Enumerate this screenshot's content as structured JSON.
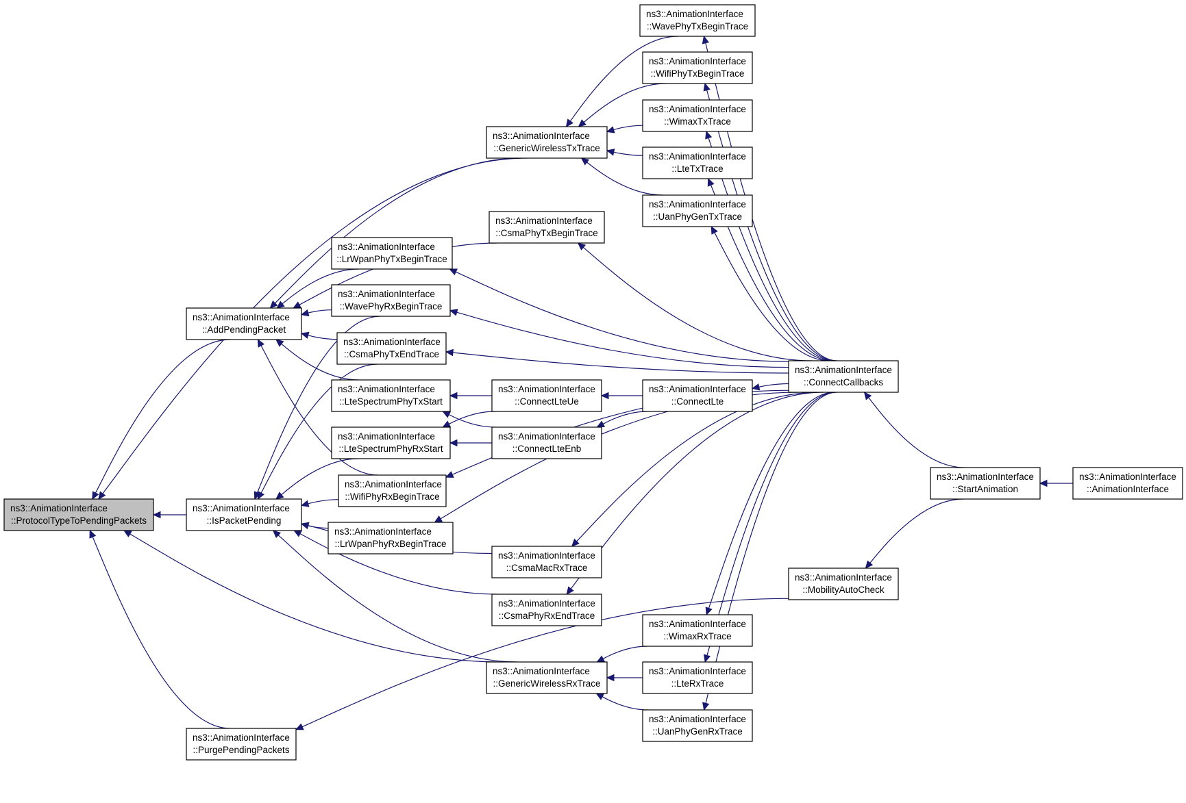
{
  "graph": {
    "nodes": [
      {
        "id": "protocol",
        "line1": "ns3::AnimationInterface",
        "line2": "::ProtocolTypeToPendingPackets",
        "root": true
      },
      {
        "id": "addpending",
        "line1": "ns3::AnimationInterface",
        "line2": "::AddPendingPacket"
      },
      {
        "id": "ispending",
        "line1": "ns3::AnimationInterface",
        "line2": "::IsPacketPending"
      },
      {
        "id": "purge",
        "line1": "ns3::AnimationInterface",
        "line2": "::PurgePendingPackets"
      },
      {
        "id": "lrwpantx",
        "line1": "ns3::AnimationInterface",
        "line2": "::LrWpanPhyTxBeginTrace"
      },
      {
        "id": "waverx",
        "line1": "ns3::AnimationInterface",
        "line2": "::WavePhyRxBeginTrace"
      },
      {
        "id": "csmaphytxend",
        "line1": "ns3::AnimationInterface",
        "line2": "::CsmaPhyTxEndTrace"
      },
      {
        "id": "ltespectx",
        "line1": "ns3::AnimationInterface",
        "line2": "::LteSpectrumPhyTxStart"
      },
      {
        "id": "ltespecrx",
        "line1": "ns3::AnimationInterface",
        "line2": "::LteSpectrumPhyRxStart"
      },
      {
        "id": "wifirx",
        "line1": "ns3::AnimationInterface",
        "line2": "::WifiPhyRxBeginTrace"
      },
      {
        "id": "lrwpanrx",
        "line1": "ns3::AnimationInterface",
        "line2": "::LrWpanPhyRxBeginTrace"
      },
      {
        "id": "gentx",
        "line1": "ns3::AnimationInterface",
        "line2": "::GenericWirelessTxTrace"
      },
      {
        "id": "csmaphytx",
        "line1": "ns3::AnimationInterface",
        "line2": "::CsmaPhyTxBeginTrace"
      },
      {
        "id": "connltue",
        "line1": "ns3::AnimationInterface",
        "line2": "::ConnectLteUe"
      },
      {
        "id": "connlteenb",
        "line1": "ns3::AnimationInterface",
        "line2": "::ConnectLteEnb"
      },
      {
        "id": "csmamacrx",
        "line1": "ns3::AnimationInterface",
        "line2": "::CsmaMacRxTrace"
      },
      {
        "id": "csmaphyrxend",
        "line1": "ns3::AnimationInterface",
        "line2": "::CsmaPhyRxEndTrace"
      },
      {
        "id": "genrx",
        "line1": "ns3::AnimationInterface",
        "line2": "::GenericWirelessRxTrace"
      },
      {
        "id": "wavetx",
        "line1": "ns3::AnimationInterface",
        "line2": "::WavePhyTxBeginTrace"
      },
      {
        "id": "wifitx",
        "line1": "ns3::AnimationInterface",
        "line2": "::WifiPhyTxBeginTrace"
      },
      {
        "id": "wimaxtx",
        "line1": "ns3::AnimationInterface",
        "line2": "::WimaxTxTrace"
      },
      {
        "id": "ltetx",
        "line1": "ns3::AnimationInterface",
        "line2": "::LteTxTrace"
      },
      {
        "id": "uantx",
        "line1": "ns3::AnimationInterface",
        "line2": "::UanPhyGenTxTrace"
      },
      {
        "id": "connlte",
        "line1": "ns3::AnimationInterface",
        "line2": "::ConnectLte"
      },
      {
        "id": "wimaxrx",
        "line1": "ns3::AnimationInterface",
        "line2": "::WimaxRxTrace"
      },
      {
        "id": "lterx",
        "line1": "ns3::AnimationInterface",
        "line2": "::LteRxTrace"
      },
      {
        "id": "uanrx",
        "line1": "ns3::AnimationInterface",
        "line2": "::UanPhyGenRxTrace"
      },
      {
        "id": "conncb",
        "line1": "ns3::AnimationInterface",
        "line2": "::ConnectCallbacks"
      },
      {
        "id": "mobility",
        "line1": "ns3::AnimationInterface",
        "line2": "::MobilityAutoCheck"
      },
      {
        "id": "startanim",
        "line1": "ns3::AnimationInterface",
        "line2": "::StartAnimation"
      },
      {
        "id": "animiface",
        "line1": "ns3::AnimationInterface",
        "line2": "::AnimationInterface"
      }
    ],
    "edges": [
      {
        "from": "addpending",
        "to": "protocol"
      },
      {
        "from": "ispending",
        "to": "protocol"
      },
      {
        "from": "purge",
        "to": "protocol"
      },
      {
        "from": "gentx",
        "to": "protocol"
      },
      {
        "from": "genrx",
        "to": "protocol"
      },
      {
        "from": "lrwpantx",
        "to": "addpending"
      },
      {
        "from": "waverx",
        "to": "addpending"
      },
      {
        "from": "csmaphytxend",
        "to": "addpending"
      },
      {
        "from": "ltespectx",
        "to": "addpending"
      },
      {
        "from": "wifirx",
        "to": "addpending"
      },
      {
        "from": "gentx",
        "to": "addpending"
      },
      {
        "from": "csmaphytx",
        "to": "addpending"
      },
      {
        "from": "lrwpanrx",
        "to": "ispending"
      },
      {
        "from": "wifirx",
        "to": "ispending"
      },
      {
        "from": "ltespecrx",
        "to": "ispending"
      },
      {
        "from": "waverx",
        "to": "ispending"
      },
      {
        "from": "csmaphytxend",
        "to": "ispending"
      },
      {
        "from": "csmamacrx",
        "to": "ispending"
      },
      {
        "from": "csmaphyrxend",
        "to": "ispending"
      },
      {
        "from": "genrx",
        "to": "ispending"
      },
      {
        "from": "wavetx",
        "to": "gentx"
      },
      {
        "from": "wifitx",
        "to": "gentx"
      },
      {
        "from": "wimaxtx",
        "to": "gentx"
      },
      {
        "from": "ltetx",
        "to": "gentx"
      },
      {
        "from": "uantx",
        "to": "gentx"
      },
      {
        "from": "wimaxrx",
        "to": "genrx"
      },
      {
        "from": "lterx",
        "to": "genrx"
      },
      {
        "from": "uanrx",
        "to": "genrx"
      },
      {
        "from": "connltue",
        "to": "ltespectx"
      },
      {
        "from": "connlteenb",
        "to": "ltespecrx"
      },
      {
        "from": "connltue",
        "to": "ltespecrx"
      },
      {
        "from": "connlteenb",
        "to": "ltespectx"
      },
      {
        "from": "connlte",
        "to": "connltue"
      },
      {
        "from": "connlte",
        "to": "connlteenb"
      },
      {
        "from": "conncb",
        "to": "connlte"
      },
      {
        "from": "conncb",
        "to": "wavetx"
      },
      {
        "from": "conncb",
        "to": "wifitx"
      },
      {
        "from": "conncb",
        "to": "wimaxtx"
      },
      {
        "from": "conncb",
        "to": "ltetx"
      },
      {
        "from": "conncb",
        "to": "uantx"
      },
      {
        "from": "conncb",
        "to": "csmaphytx"
      },
      {
        "from": "conncb",
        "to": "lrwpantx"
      },
      {
        "from": "conncb",
        "to": "waverx"
      },
      {
        "from": "conncb",
        "to": "csmaphytxend"
      },
      {
        "from": "conncb",
        "to": "wifirx"
      },
      {
        "from": "conncb",
        "to": "lrwpanrx"
      },
      {
        "from": "conncb",
        "to": "csmamacrx"
      },
      {
        "from": "conncb",
        "to": "csmaphyrxend"
      },
      {
        "from": "conncb",
        "to": "wimaxrx"
      },
      {
        "from": "conncb",
        "to": "lterx"
      },
      {
        "from": "conncb",
        "to": "uanrx"
      },
      {
        "from": "startanim",
        "to": "conncb"
      },
      {
        "from": "startanim",
        "to": "mobility"
      },
      {
        "from": "animiface",
        "to": "startanim"
      },
      {
        "from": "mobility",
        "to": "purge"
      }
    ]
  }
}
